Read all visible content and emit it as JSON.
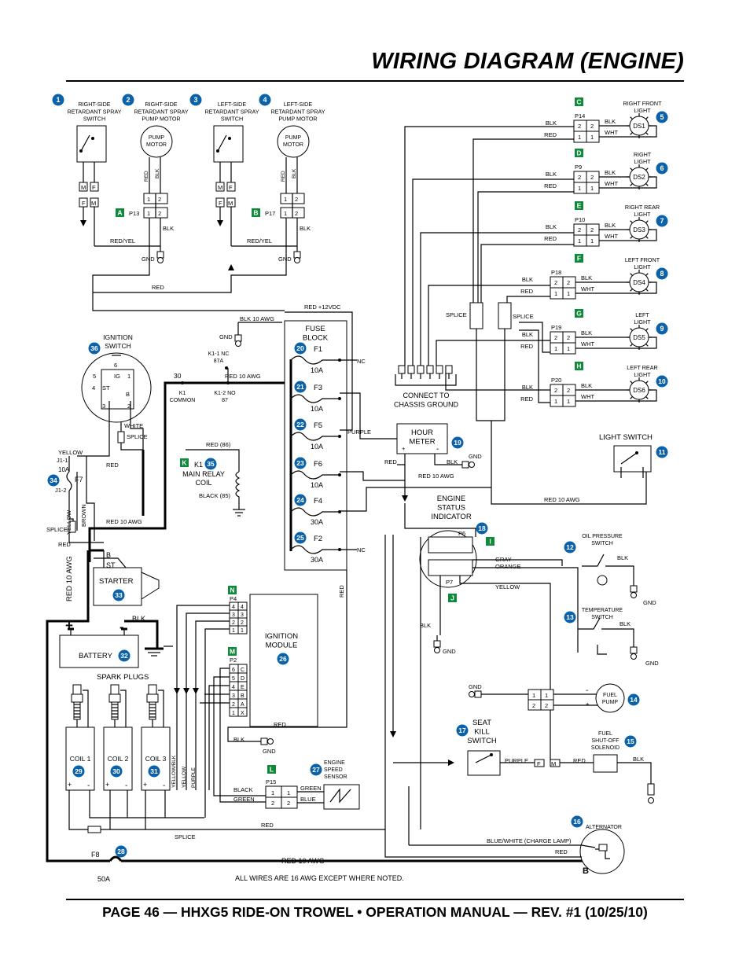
{
  "page": {
    "title": "WIRING DIAGRAM (ENGINE)",
    "footer": "PAGE 46 — HHXG5 RIDE-ON TROWEL • OPERATION MANUAL — REV. #1 (10/25/10)"
  },
  "diagram": {
    "note": "ALL WIRES ARE 16 AWG EXCEPT WHERE NOTED.",
    "colors": {
      "callout": "#0b62a8",
      "connector_tag": "#0f8a3a",
      "wire": "#000000"
    },
    "top_components": [
      {
        "num": "1",
        "lines": [
          "RIGHT-SIDE",
          "RETARDANT SPRAY",
          "SWITCH"
        ]
      },
      {
        "num": "2",
        "lines": [
          "RIGHT-SIDE",
          "RETARDANT SPRAY",
          "PUMP MOTOR"
        ]
      },
      {
        "num": "3",
        "lines": [
          "LEFT-SIDE",
          "RETARDANT SPRAY",
          "SWITCH"
        ]
      },
      {
        "num": "4",
        "lines": [
          "LEFT-SIDE",
          "RETARDANT SPRAY",
          "PUMP MOTOR"
        ]
      }
    ],
    "pump_motor_label": [
      "PUMP",
      "MOTOR"
    ],
    "lights": [
      {
        "tag": "C",
        "plug": "P14",
        "ds": "DS1",
        "num": "5",
        "lines": [
          "RIGHT FRONT",
          "LIGHT"
        ]
      },
      {
        "tag": "D",
        "plug": "P9",
        "ds": "DS2",
        "num": "6",
        "lines": [
          "RIGHT",
          "LIGHT"
        ]
      },
      {
        "tag": "E",
        "plug": "P10",
        "ds": "DS3",
        "num": "7",
        "lines": [
          "RIGHT REAR",
          "LIGHT"
        ]
      },
      {
        "tag": "F",
        "plug": "P18",
        "ds": "DS4",
        "num": "8",
        "lines": [
          "LEFT FRONT",
          "LIGHT"
        ]
      },
      {
        "tag": "G",
        "plug": "P19",
        "ds": "DS5",
        "num": "9",
        "lines": [
          "LEFT",
          "LIGHT"
        ]
      },
      {
        "tag": "H",
        "plug": "P20",
        "ds": "DS6",
        "num": "10",
        "lines": [
          "LEFT REAR",
          "LIGHT"
        ]
      }
    ],
    "fuses": [
      {
        "num": "20",
        "name": "F1",
        "amp": "10A"
      },
      {
        "num": "21",
        "name": "F3",
        "amp": "10A"
      },
      {
        "num": "22",
        "name": "F5",
        "amp": "10A"
      },
      {
        "num": "23",
        "name": "F6",
        "amp": "10A"
      },
      {
        "num": "24",
        "name": "F4",
        "amp": "30A"
      },
      {
        "num": "25",
        "name": "F2",
        "amp": "30A"
      }
    ],
    "coils": [
      {
        "label": "COIL 1",
        "num": "29"
      },
      {
        "label": "COIL 2",
        "num": "30"
      },
      {
        "label": "COIL 3",
        "num": "31"
      }
    ],
    "labels": {
      "fuse_block": [
        "FUSE",
        "BLOCK"
      ],
      "ignition_switch": [
        "IGNITION",
        "SWITCH"
      ],
      "relay": [
        "K1",
        "MAIN RELAY",
        "COIL"
      ],
      "relay_k1_common": [
        "K1",
        "COMMON"
      ],
      "relay_nc": [
        "K1-1 NC",
        "87A"
      ],
      "relay_no": [
        "K1-2 NO",
        "87"
      ],
      "relay_30": "30",
      "hour_meter": [
        "HOUR",
        "METER"
      ],
      "light_switch": "LIGHT SWITCH",
      "engine_status": [
        "ENGINE",
        "STATUS",
        "INDICATOR"
      ],
      "oil_pressure": [
        "OIL PRESSURE",
        "SWITCH"
      ],
      "temperature": [
        "TEMPERATURE",
        "SWITCH"
      ],
      "fuel_pump": [
        "FUEL",
        "PUMP"
      ],
      "fuel_shutoff": [
        "FUEL",
        "SHUT-OFF",
        "SOLENOID"
      ],
      "seat_kill": [
        "SEAT",
        "KILL",
        "SWITCH"
      ],
      "alternator": "ALTERNATOR",
      "starter": "STARTER",
      "battery": "BATTERY",
      "spark_plugs": "SPARK PLUGS",
      "ignition_module": [
        "IGNITION",
        "MODULE"
      ],
      "engine_speed": [
        "ENGINE",
        "SPEED",
        "SENSOR"
      ],
      "connect_ground": [
        "CONNECT TO",
        "CHASSIS GROUND"
      ],
      "splice": "SPLICE",
      "gnd": "GND",
      "red": "RED",
      "blk": "BLK",
      "wht": "WHT",
      "nc": "NC",
      "red_yel": "RED/YEL",
      "red_12vdc": "RED +12VDC",
      "blk_10awg": "BLK 10 AWG",
      "red_10awg": "RED 10 AWG",
      "red_10awg_vert": "RED 10 AWG",
      "red_86": "RED (86)",
      "black_85": "BLACK (85)",
      "purple": "PURPLE",
      "yellow": "YELLOW",
      "brown": "BROWN",
      "white": "WHITE",
      "gray": "GRAY",
      "orange": "ORANGE",
      "black": "BLACK",
      "green": "GREEN",
      "blue": "BLUE",
      "yellow_blk": "YELLOW/BLK",
      "blue_white": "BLUE/WHITE (CHARGE LAMP)",
      "f7": "F7",
      "f8": "F8",
      "f8_amp": "50A",
      "f7_amp": "10A",
      "j1_1": "J1-1",
      "j1_2": "J1-2",
      "b_term": "B",
      "st_term": "ST",
      "p13": "P13",
      "p17": "P17",
      "p6": "P6",
      "p7": "P7",
      "p4": "P4",
      "p2": "P2",
      "p15": "P15",
      "b_marker": "B"
    },
    "callouts": {
      "light_switch": "11",
      "oil_pressure": "12",
      "temperature": "13",
      "fuel_pump": "14",
      "fuel_shutoff": "15",
      "alternator": "16",
      "seat_kill": "17",
      "engine_status": "18",
      "hour_meter": "19",
      "ignition_module": "26",
      "engine_speed": "27",
      "f8": "28",
      "battery": "32",
      "starter": "33",
      "f7": "34",
      "relay": "35",
      "ignition_switch": "36"
    },
    "tags": {
      "p13": "A",
      "p17": "B",
      "p6": "I",
      "p7": "J",
      "relay": "K",
      "p15": "L",
      "p2": "M",
      "p4": "N"
    }
  }
}
